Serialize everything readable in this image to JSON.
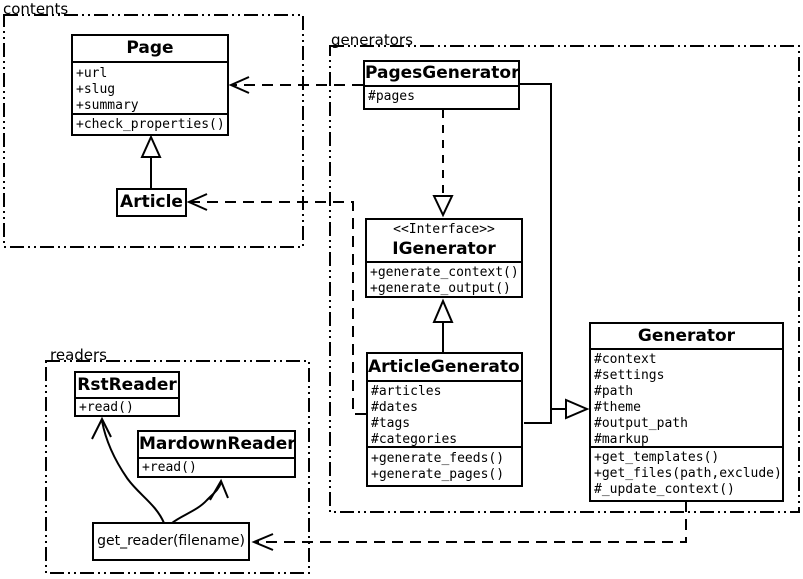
{
  "diagram": {
    "packages": {
      "contents": {
        "label": "contents"
      },
      "generators": {
        "label": "generators"
      },
      "readers": {
        "label": "readers"
      }
    },
    "classes": {
      "page": {
        "name": "Page",
        "attributes": [
          "+url",
          "+slug",
          "+summary"
        ],
        "methods": [
          "+check_properties()"
        ]
      },
      "article": {
        "name": "Article"
      },
      "pages_generator": {
        "name": "PagesGenerator",
        "attributes": [
          "#pages"
        ]
      },
      "igenerator": {
        "stereotype": "<<Interface>>",
        "name": "IGenerator",
        "methods": [
          "+generate_context()",
          "+generate_output()"
        ]
      },
      "article_generator": {
        "name": "ArticleGenerator",
        "attributes": [
          "#articles",
          "#dates",
          "#tags",
          "#categories"
        ],
        "methods": [
          "+generate_feeds()",
          "+generate_pages()"
        ]
      },
      "generator": {
        "name": "Generator",
        "attributes": [
          "#context",
          "#settings",
          "#path",
          "#theme",
          "#output_path",
          "#markup"
        ],
        "methods": [
          "+get_templates()",
          "+get_files(path,exclude)",
          "#_update_context()"
        ]
      },
      "rst_reader": {
        "name": "RstReader",
        "methods": [
          "+read()"
        ]
      },
      "mardown_reader": {
        "name": "MardownReader",
        "methods": [
          "+read()"
        ]
      },
      "get_reader": {
        "label": "get_reader(filename)"
      }
    },
    "colors": {
      "line": "#000000",
      "background": "#ffffff",
      "box_fill": "#ffffff"
    }
  }
}
